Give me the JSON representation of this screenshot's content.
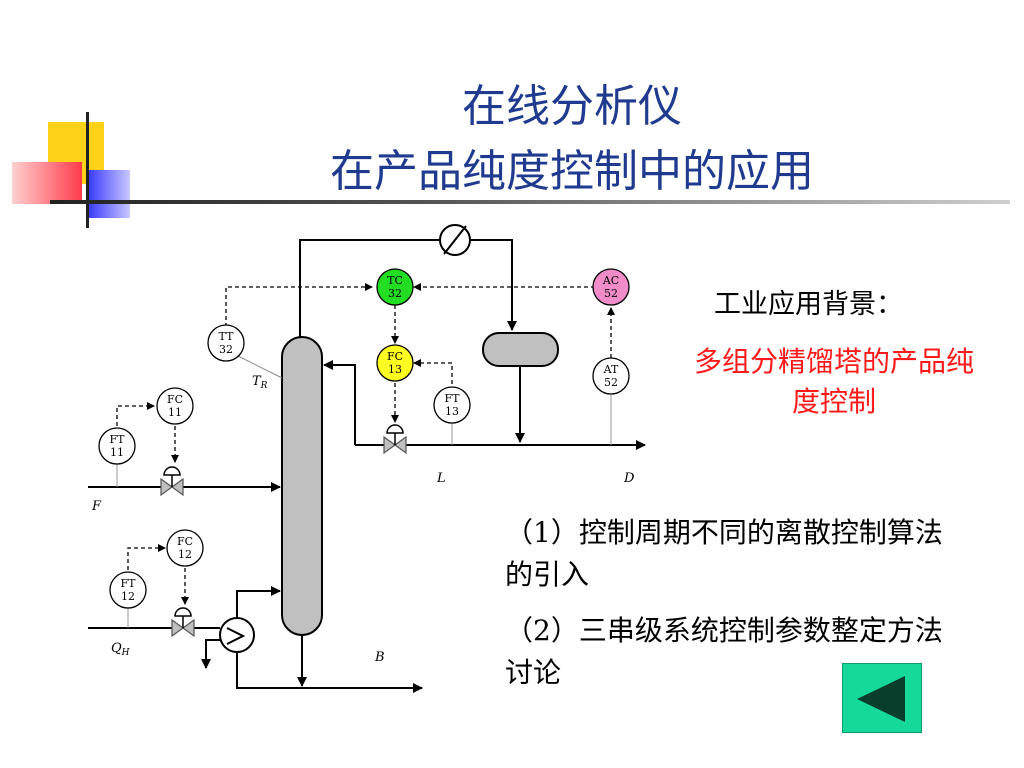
{
  "slide": {
    "title_line1": "在线分析仪",
    "title_line2": "在产品纯度控制中的应用"
  },
  "diagram": {
    "instruments": {
      "tc32": {
        "tag": "TC",
        "num": "32",
        "fill": "#22dd22"
      },
      "ac52": {
        "tag": "AC",
        "num": "52",
        "fill": "#f08cc8"
      },
      "fc13": {
        "tag": "FC",
        "num": "13",
        "fill": "#ffff22"
      },
      "tt32": {
        "tag": "TT",
        "num": "32",
        "fill": "#ffffff"
      },
      "at52": {
        "tag": "AT",
        "num": "52",
        "fill": "#ffffff"
      },
      "ft13": {
        "tag": "FT",
        "num": "13",
        "fill": "#ffffff"
      },
      "fc11": {
        "tag": "FC",
        "num": "11",
        "fill": "#ffffff"
      },
      "ft11": {
        "tag": "FT",
        "num": "11",
        "fill": "#ffffff"
      },
      "fc12": {
        "tag": "FC",
        "num": "12",
        "fill": "#ffffff"
      },
      "ft12": {
        "tag": "FT",
        "num": "12",
        "fill": "#ffffff"
      }
    },
    "stream_labels": {
      "tr_main": "T",
      "tr_sub": "R",
      "L": "L",
      "D": "D",
      "F": "F",
      "qh_main": "Q",
      "qh_sub": "H",
      "B": "B"
    }
  },
  "background": {
    "heading": "工业应用背景：",
    "red_text": "多组分精馏塔的产品纯度控制"
  },
  "points": [
    "（1）控制周期不同的离散控制算法的引入",
    "（2）三串级系统控制参数整定方法讨论"
  ],
  "colors": {
    "title": "#1f3a8f",
    "red_text": "#ff1a1a",
    "button": "#14d99a",
    "column": "#c0c0c0"
  },
  "nav": {
    "back_icon": "triangle-left-icon"
  }
}
